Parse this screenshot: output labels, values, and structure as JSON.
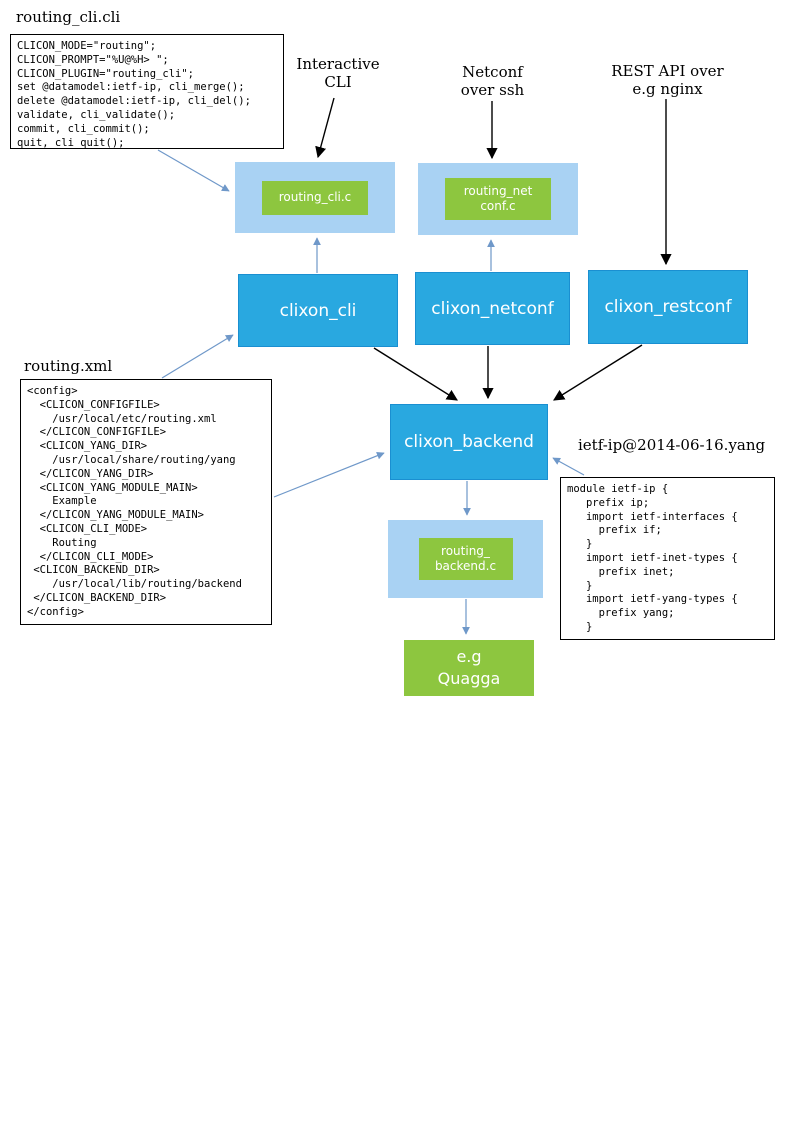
{
  "files": {
    "cli": {
      "title": "routing_cli.cli",
      "code": "CLICON_MODE=\"routing\";\nCLICON_PROMPT=\"%U@%H> \";\nCLICON_PLUGIN=\"routing_cli\";\nset @datamodel:ietf-ip, cli_merge();\ndelete @datamodel:ietf-ip, cli_del();\nvalidate, cli_validate();\ncommit, cli_commit();\nquit, cli_quit();"
    },
    "xml": {
      "title": "routing.xml",
      "code": "<config>\n  <CLICON_CONFIGFILE>\n    /usr/local/etc/routing.xml\n  </CLICON_CONFIGFILE>\n  <CLICON_YANG_DIR>\n    /usr/local/share/routing/yang\n  </CLICON_YANG_DIR>\n  <CLICON_YANG_MODULE_MAIN>\n    Example\n  </CLICON_YANG_MODULE_MAIN>\n  <CLICON_CLI_MODE>\n    Routing\n  </CLICON_CLI_MODE>\n <CLICON_BACKEND_DIR>\n    /usr/local/lib/routing/backend\n </CLICON_BACKEND_DIR>\n</config>"
    },
    "yang": {
      "title": "ietf-ip@2014-06-16.yang",
      "code": "module ietf-ip {\n   prefix ip;\n   import ietf-interfaces {\n     prefix if;\n   }\n   import ietf-inet-types {\n     prefix inet;\n   }\n   import ietf-yang-types {\n     prefix yang;\n   }"
    }
  },
  "annotations": {
    "interactive_cli": "Interactive\nCLI",
    "netconf": "Netconf\nover ssh",
    "rest": "REST API over\ne.g nginx"
  },
  "components": {
    "cli": "clixon_cli",
    "netconf": "clixon_netconf",
    "restconf": "clixon_restconf",
    "backend": "clixon_backend"
  },
  "plugins": {
    "cli": "routing_cli.c",
    "netconf": "routing_net\nconf.c",
    "backend": "routing_\nbackend.c"
  },
  "external": {
    "quagga": "e.g\nQuagga"
  },
  "colors": {
    "component_blue": "#29a8e0",
    "plugin_container_blue": "#a9d2f3",
    "plugin_green": "#8dc63f",
    "arrow_black": "#000000",
    "arrow_blue": "#6f98c9"
  }
}
